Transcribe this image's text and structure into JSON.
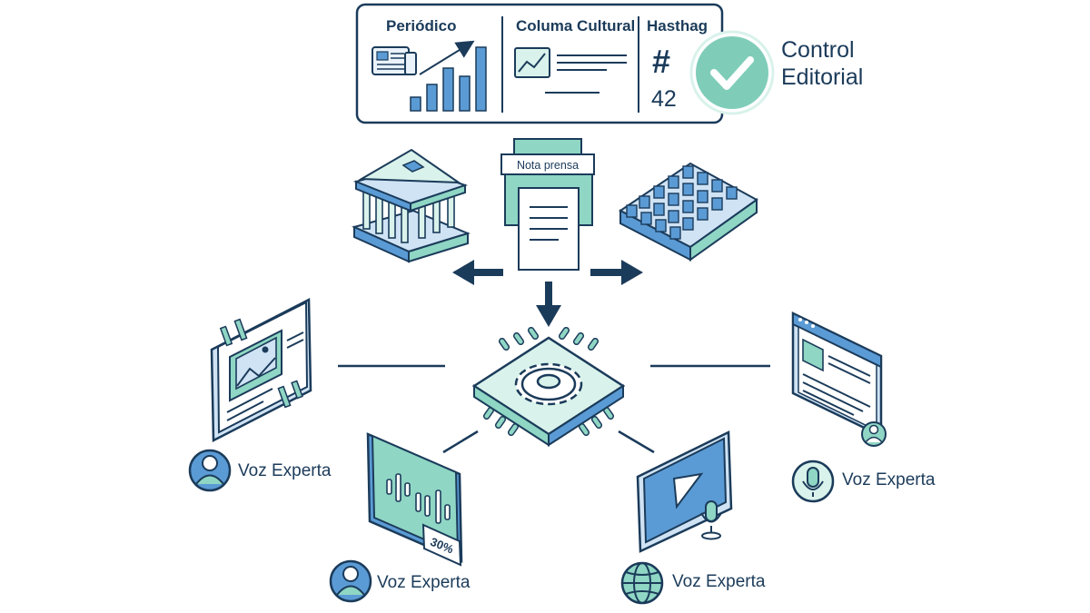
{
  "panel": {
    "periodico_label": "Periódico",
    "columna_label": "Columa Cultural",
    "hashtag_label": "Hasthag",
    "hashtag_symbol": "#",
    "hashtag_value": "42"
  },
  "control": {
    "line1": "Control",
    "line2": "Editorial"
  },
  "printer": {
    "label": "Nota prensa"
  },
  "panels": {
    "waveform_badge": "30%"
  },
  "voices": [
    {
      "label": "Voz Experta",
      "icon": "person-icon"
    },
    {
      "label": "Voz Experta",
      "icon": "person-icon"
    },
    {
      "label": "Voz Experta",
      "icon": "globe-icon"
    },
    {
      "label": "Voz Experta",
      "icon": "microphone-icon"
    }
  ],
  "colors": {
    "navy": "#1b3b5a",
    "mint": "#8fd6c4",
    "mint_light": "#d9f2eb",
    "blue": "#5b9bd5",
    "blue_light": "#cfe3f5",
    "check": "#7fcdb9"
  }
}
